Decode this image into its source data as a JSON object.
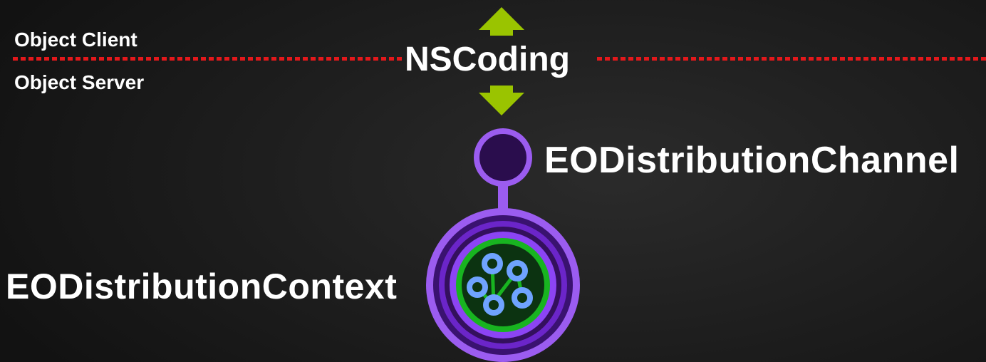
{
  "layers": {
    "client": "Object Client",
    "server": "Object Server"
  },
  "protocol": "NSCoding",
  "nodes": {
    "channel": "EODistributionChannel",
    "context": "EODistributionContext"
  },
  "colors": {
    "background": "#1d1d1d",
    "boundary_line": "#e4181b",
    "arrow": "#9ac400",
    "node_ring": "#9b5cf0",
    "node_fill": "#34105d",
    "inner_ring": "#18b420",
    "inner_fill": "#0c3311",
    "inner_node": "#6fa3ff"
  },
  "icons": {
    "up": "arrow-up-icon",
    "down": "arrow-down-icon",
    "channel": "channel-node-icon",
    "context": "context-node-icon"
  }
}
